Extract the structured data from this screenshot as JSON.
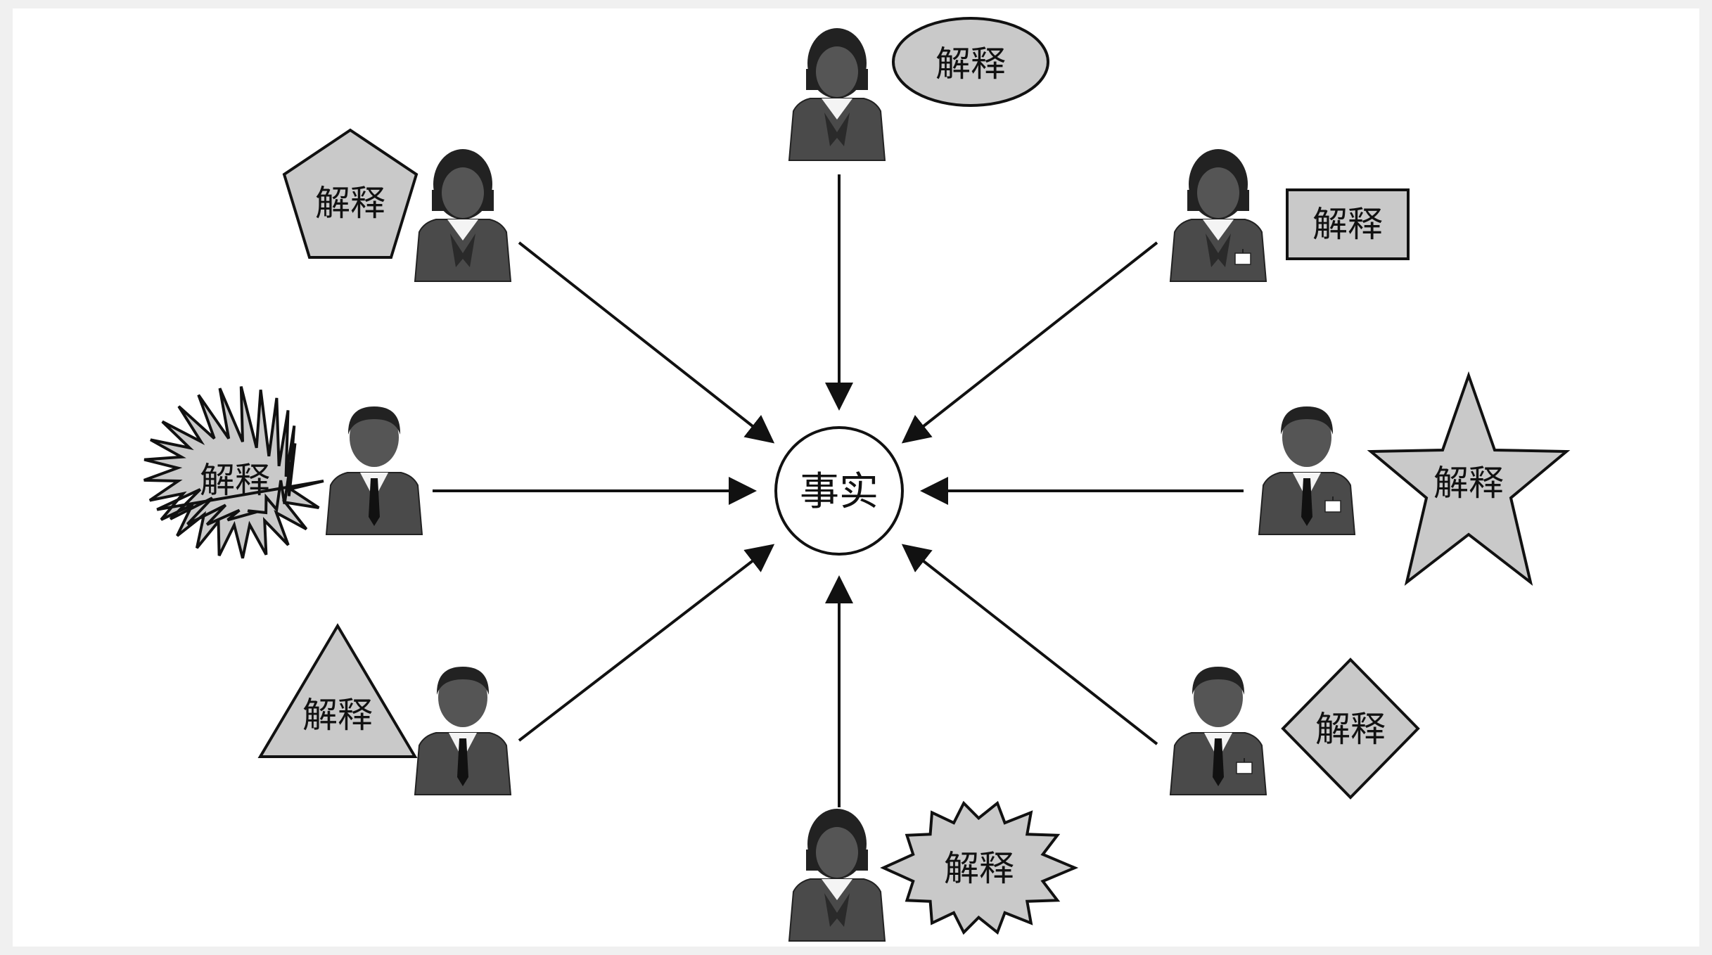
{
  "diagram": {
    "center": {
      "label": "事实"
    },
    "nodes": [
      {
        "id": "top",
        "label": "解释",
        "shape": "ellipse",
        "person": "female"
      },
      {
        "id": "top-right",
        "label": "解释",
        "shape": "rectangle",
        "person": "female-badge"
      },
      {
        "id": "right",
        "label": "解释",
        "shape": "star",
        "person": "male-badge"
      },
      {
        "id": "bottom-right",
        "label": "解释",
        "shape": "diamond",
        "person": "male-badge"
      },
      {
        "id": "bottom",
        "label": "解释",
        "shape": "starburst",
        "person": "female"
      },
      {
        "id": "bottom-left",
        "label": "解释",
        "shape": "triangle",
        "person": "male"
      },
      {
        "id": "left",
        "label": "解释",
        "shape": "spiky-starburst",
        "person": "male"
      },
      {
        "id": "top-left",
        "label": "解释",
        "shape": "pentagon",
        "person": "female"
      }
    ]
  },
  "colors": {
    "background": "#f0f0f0",
    "panel": "#ffffff",
    "shape_fill": "#c9c9c9",
    "stroke": "#111111",
    "suit": "#4a4a4a",
    "skin": "#555555",
    "hair": "#222222"
  }
}
